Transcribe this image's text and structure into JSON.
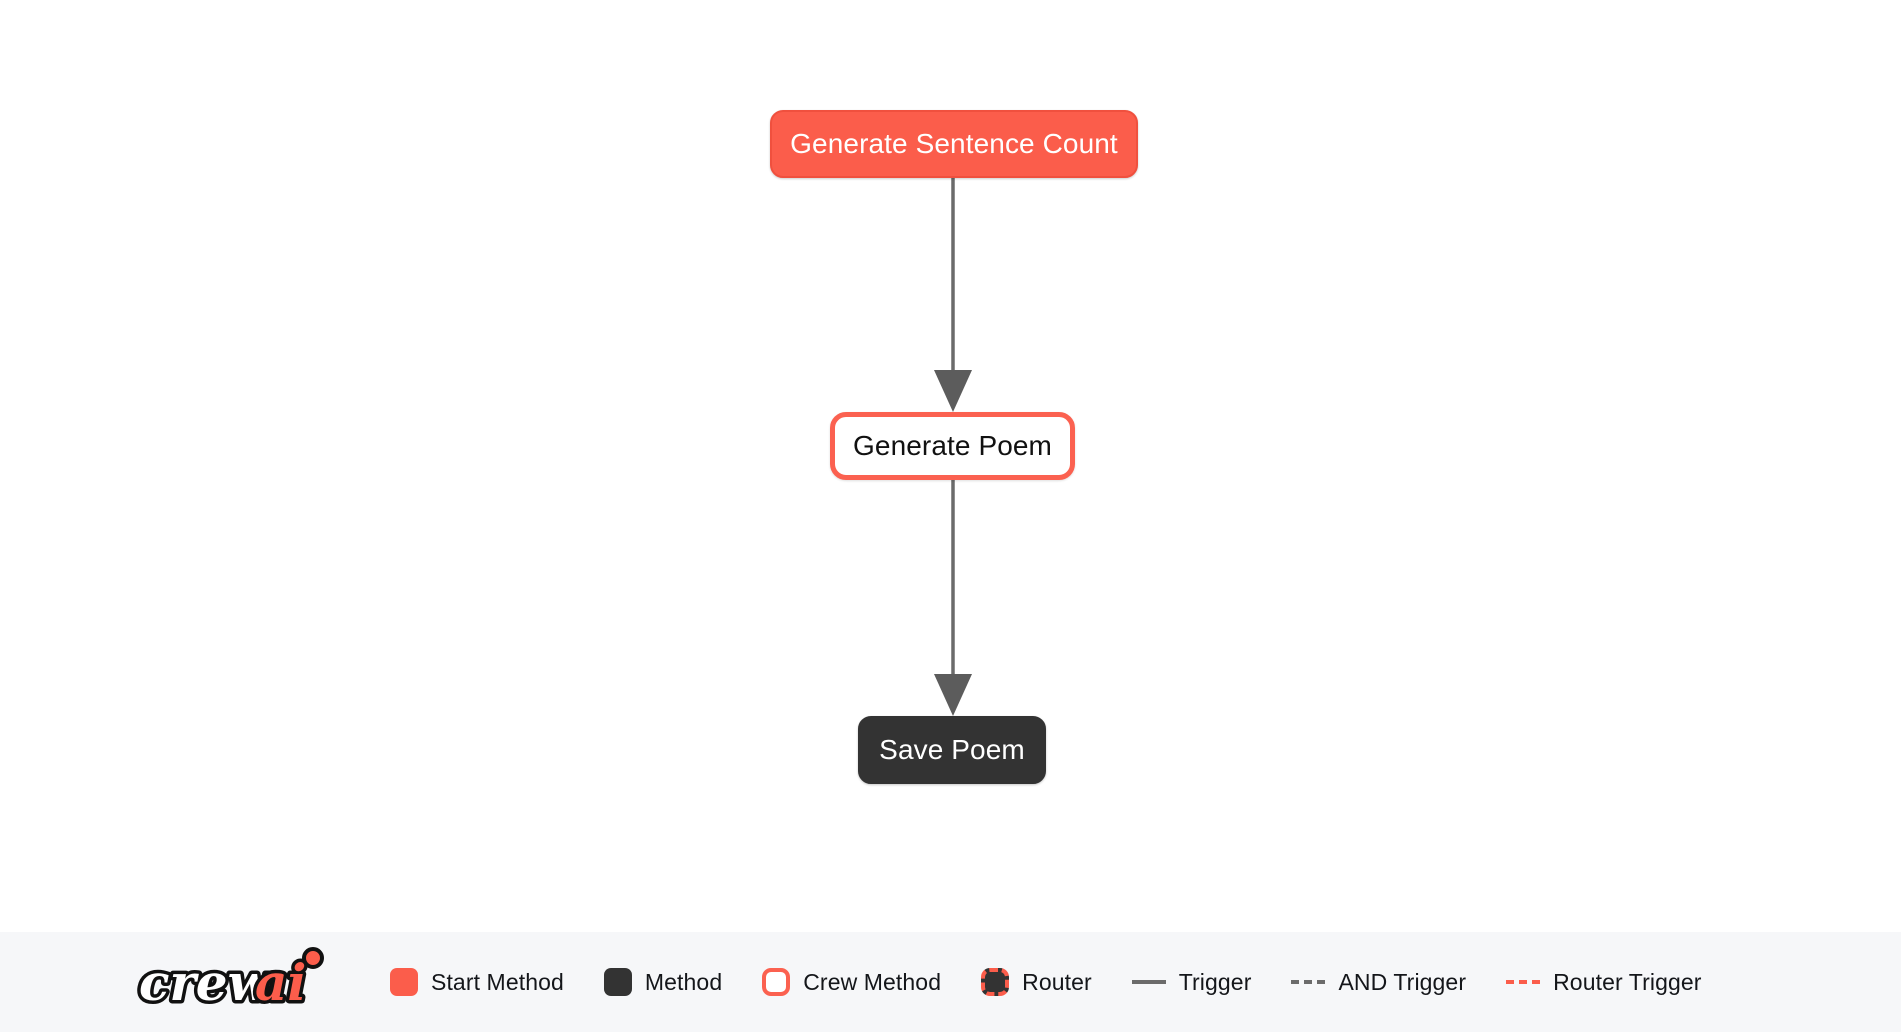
{
  "canvas": {
    "background_color": "#ffffff",
    "nodes": [
      {
        "id": "generate-sentence-count",
        "label": "Generate Sentence Count",
        "kind": "start-method",
        "fill": "#fb5d4b",
        "text_color": "#ffffff"
      },
      {
        "id": "generate-poem",
        "label": "Generate Poem",
        "kind": "crew-method",
        "fill": "#ffffff",
        "border_color": "#fb6150",
        "text_color": "#111111"
      },
      {
        "id": "save-poem",
        "label": "Save Poem",
        "kind": "method",
        "fill": "#333333",
        "text_color": "#ffffff"
      }
    ],
    "edges": [
      {
        "from": "generate-sentence-count",
        "to": "generate-poem",
        "kind": "trigger",
        "color": "#6b6b6b"
      },
      {
        "from": "generate-poem",
        "to": "save-poem",
        "kind": "trigger",
        "color": "#6b6b6b"
      }
    ]
  },
  "legend": {
    "background_color": "#f6f7f9",
    "logo": {
      "text_primary": "crew",
      "text_accent": "ai",
      "accent_color": "#fb5d4b",
      "primary_color": "#ffffff",
      "outline_color": "#111111"
    },
    "items": [
      {
        "label": "Start Method",
        "marker": "swatch-start",
        "color": "#fb5d4b"
      },
      {
        "label": "Method",
        "marker": "swatch-method",
        "color": "#333333"
      },
      {
        "label": "Crew Method",
        "marker": "swatch-crew",
        "color": "#fb6150"
      },
      {
        "label": "Router",
        "marker": "swatch-router",
        "color": "#fb5d4b"
      },
      {
        "label": "Trigger",
        "marker": "line-trigger",
        "color": "#6b6b6b"
      },
      {
        "label": "AND Trigger",
        "marker": "line-and-trigger",
        "color": "#6b6b6b"
      },
      {
        "label": "Router Trigger",
        "marker": "line-router-trig",
        "color": "#fb5d4b"
      }
    ]
  }
}
